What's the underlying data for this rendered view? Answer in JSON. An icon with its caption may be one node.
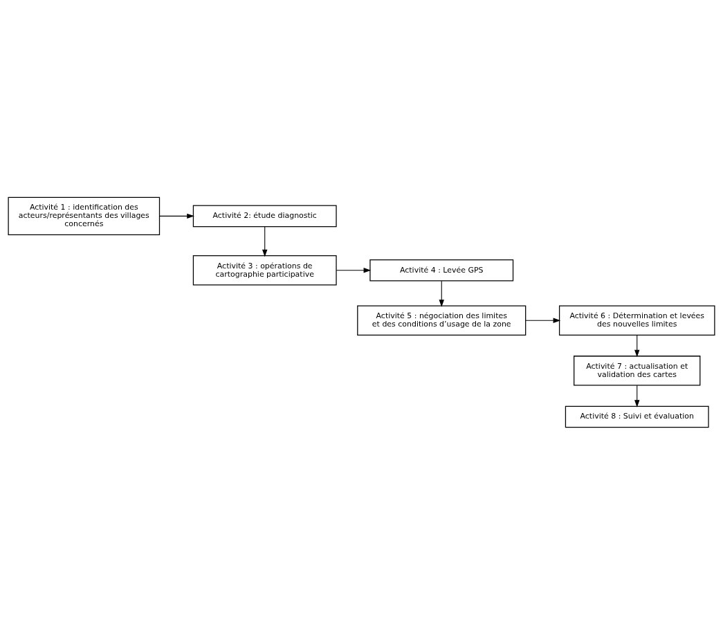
{
  "diagram": {
    "nodes": [
      {
        "text": [
          "Activité 1 : identification des acteurs/représentants des villages concernés"
        ]
      },
      {
        "text": [
          "Activité 2: étude diagnostic"
        ]
      },
      {
        "text": [
          "Activité 3 : opérations de cartographie participative"
        ]
      },
      {
        "text": [
          "Activité 4 : Levée GPS"
        ]
      },
      {
        "text": [
          "Activité 5 : négociation des limites et des conditions d’usage de la zone"
        ]
      },
      {
        "text": [
          "Activité 6 : Détermination et levées des nouvelles limites"
        ]
      },
      {
        "text": [
          "Activité 7 : actualisation et validation des cartes"
        ]
      },
      {
        "text": [
          "Activité 8 : Suivi et évaluation"
        ]
      }
    ],
    "edges": [
      {
        "from": 0,
        "to": 1,
        "arrow": "to"
      },
      {
        "from": 1,
        "to": 2,
        "arrow": "to"
      },
      {
        "from": 2,
        "to": 3,
        "arrow": "to"
      },
      {
        "from": 3,
        "to": 4,
        "arrow": "to"
      },
      {
        "from": 4,
        "to": 5,
        "arrow": "to"
      },
      {
        "from": 5,
        "to": 6,
        "arrow": "to"
      },
      {
        "from": 6,
        "to": 7,
        "arrow": "to"
      }
    ]
  }
}
